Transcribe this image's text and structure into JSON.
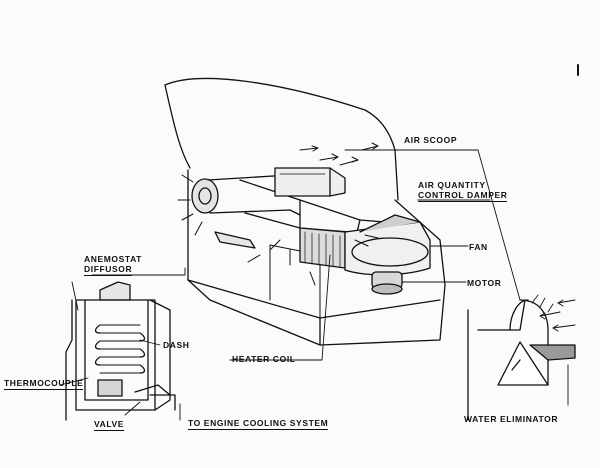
{
  "labels": {
    "air_scoop": "AIR SCOOP",
    "air_quantity_line1": "AIR QUANTITY",
    "air_quantity_line2": "CONTROL DAMPER",
    "fan": "FAN",
    "motor": "MOTOR",
    "anemostat_line1": "ANEMOSTAT",
    "anemostat_line2": "DIFFUSOR",
    "dash": "DASH",
    "heater_coil": "HEATER COIL",
    "thermocouple": "THERMOCOUPLE",
    "valve": "VALVE",
    "engine_cooling": "TO ENGINE COOLING SYSTEM",
    "water_eliminator": "WATER ELIMINATOR"
  },
  "colors": {
    "line": "#111111",
    "background": "#fbfbfb",
    "shade": "#8a8a8a"
  }
}
